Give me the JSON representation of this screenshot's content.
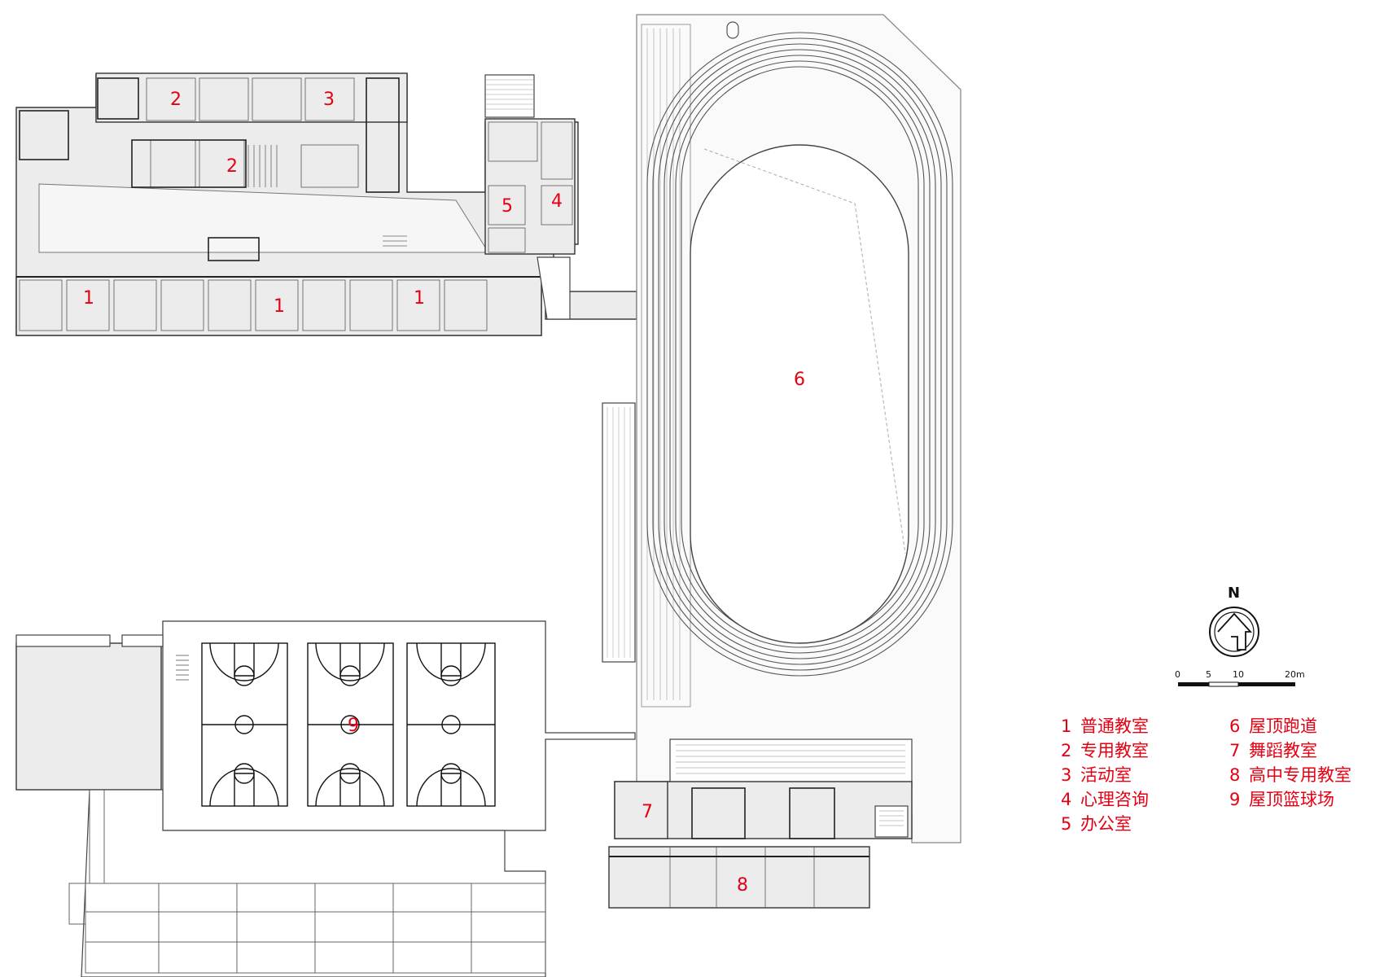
{
  "room_numbers": {
    "ordinary_classroom": "1",
    "special_classroom": "2",
    "activity_room": "3",
    "counseling": "4",
    "office": "5",
    "roof_track": "6",
    "dance_room": "7",
    "senior_special_classroom": "8",
    "roof_basketball": "9"
  },
  "legend": [
    {
      "num": "1",
      "label": "普通教室"
    },
    {
      "num": "2",
      "label": "专用教室"
    },
    {
      "num": "3",
      "label": "活动室"
    },
    {
      "num": "4",
      "label": "心理咨询"
    },
    {
      "num": "5",
      "label": "办公室"
    },
    {
      "num": "6",
      "label": "屋顶跑道"
    },
    {
      "num": "7",
      "label": "舞蹈教室"
    },
    {
      "num": "8",
      "label": "高中专用教室"
    },
    {
      "num": "9",
      "label": "屋顶篮球场"
    }
  ],
  "north": {
    "label": "N"
  },
  "scale_bar": {
    "ticks": [
      "0",
      "5",
      "10",
      "20m"
    ]
  },
  "colors": {
    "label_red": "#e60012",
    "floor_gray": "#ececec",
    "line": "#222222"
  },
  "icons": {
    "north_arrow": "north-arrow-icon"
  }
}
